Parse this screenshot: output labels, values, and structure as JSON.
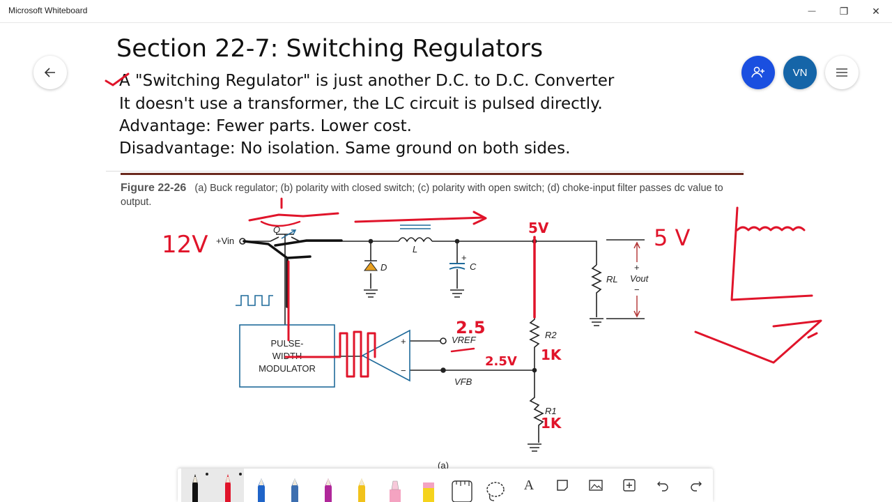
{
  "app": {
    "title": "Microsoft Whiteboard"
  },
  "window_controls": {
    "minimize": "—",
    "restore": "❐",
    "close": "✕"
  },
  "header": {
    "user_initials": "VN"
  },
  "notes": {
    "title": "Section 22-7: Switching Regulators",
    "lines": [
      "A \"Switching Regulator\" is just another D.C. to D.C. Converter",
      "It doesn't use a transformer, the LC circuit is pulsed directly.",
      "Advantage: Fewer parts.  Lower cost.",
      "Disadvantage: No isolation.  Same ground on both sides."
    ]
  },
  "figure": {
    "number": "Figure 22-26",
    "caption": "(a) Buck regulator; (b) polarity with closed switch; (c) polarity with open switch; (d) choke-input filter passes dc value to output.",
    "sub_label": "(a)",
    "labels": {
      "vin": "+Vin",
      "q": "Q",
      "l": "L",
      "d": "D",
      "c": "C",
      "c_plus": "+",
      "rl": "RL",
      "vout": "Vout",
      "vout_plus": "+",
      "vout_minus": "−",
      "r2": "R2",
      "r1": "R1",
      "vref": "VREF",
      "vfb": "VFB",
      "pwm": [
        "PULSE-",
        "WIDTH",
        "MODULATOR"
      ],
      "amp_plus": "+",
      "amp_minus": "−"
    }
  },
  "ink": {
    "v12": "12V",
    "v5_node": "5V",
    "v5_out": "5 V",
    "v25_ref": "2.5",
    "v25_fb": "2.5V",
    "r2_val": "1K",
    "r1_val": "1K"
  },
  "colors": {
    "ink_red": "#e0142a",
    "ink_black": "#111111",
    "circuit_blue": "#1f6a9a",
    "accent_blue": "#1a4fe0",
    "avatar_blue": "#1565a8"
  },
  "toolbar": {
    "tools": [
      {
        "name": "black-pen",
        "color": "#111111",
        "selected": true
      },
      {
        "name": "red-pen",
        "color": "#e0142a",
        "selected": true
      },
      {
        "name": "blue-pen",
        "color": "#1f64c8"
      },
      {
        "name": "navy-pen",
        "color": "#3d6fb0"
      },
      {
        "name": "purple-pen",
        "color": "#b0279a"
      },
      {
        "name": "yellow-pen",
        "color": "#f1c21b"
      },
      {
        "name": "pink-highlighter",
        "color": "#f4a3c1"
      },
      {
        "name": "yellow-highlighter",
        "color": "#f5d31c"
      },
      {
        "name": "ruler",
        "color": "#444444"
      },
      {
        "name": "lasso",
        "color": "#444444"
      }
    ],
    "text_tool": "A"
  }
}
